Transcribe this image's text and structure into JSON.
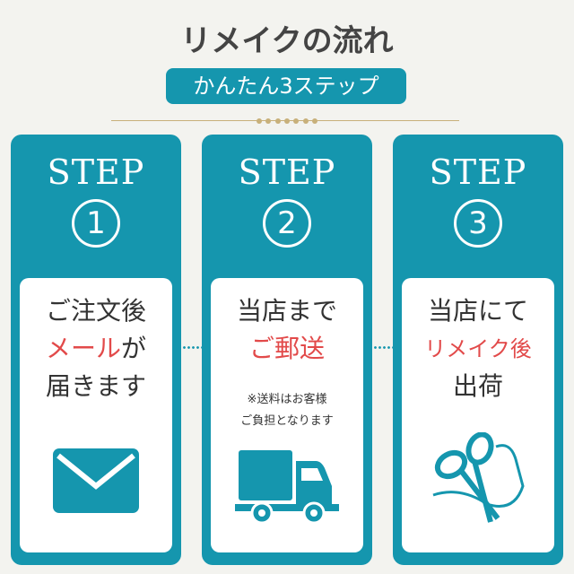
{
  "header": {
    "title": "リメイクの流れ",
    "subtitle": "かんたん3ステップ"
  },
  "colors": {
    "teal": "#1596ae",
    "red": "#e24a4a",
    "background": "#f3f3ef"
  },
  "steps": [
    {
      "label": "STEP",
      "number": "1",
      "line1": "ご注文後",
      "line2_red": "メール",
      "line2_rest": "が",
      "line3": "届きます",
      "icon": "envelope-icon"
    },
    {
      "label": "STEP",
      "number": "2",
      "line1": "当店まで",
      "line2_red": "ご郵送",
      "note1": "※送料はお客様",
      "note2": "ご負担となります",
      "icon": "truck-icon"
    },
    {
      "label": "STEP",
      "number": "3",
      "line1": "当店にて",
      "line2_red": "リメイク後",
      "line3": "出荷",
      "icon": "scissors-icon"
    }
  ]
}
